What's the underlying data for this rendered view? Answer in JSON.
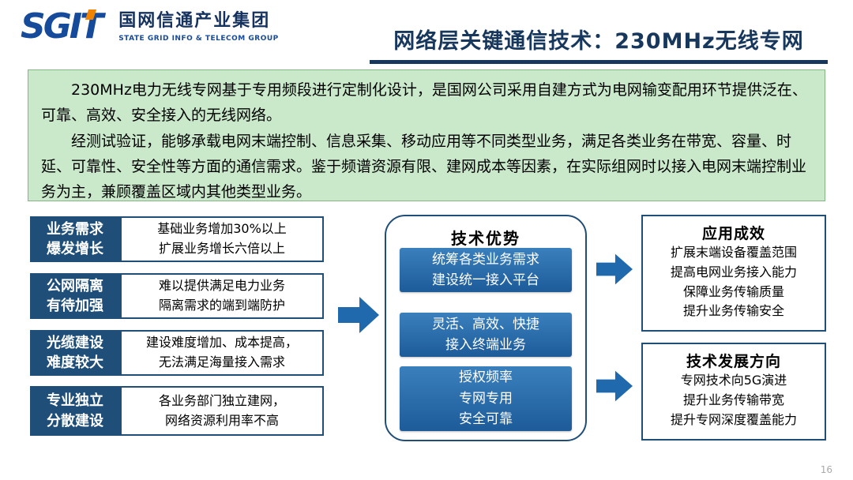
{
  "page_number": "16",
  "header": {
    "logo_brand": "SGIT",
    "company_cn": "国网信通产业集团",
    "company_en": "STATE GRID INFO & TELECOM GROUP",
    "title": "网络层关键通信技术：230MHz无线专网"
  },
  "colors": {
    "dark_blue": "#1f4e79",
    "title_navy": "#17375d",
    "arrow_blue": "#2069ac",
    "item_gradient_top": "#3a80bd",
    "item_gradient_bottom": "#1d5b99",
    "green_bg": "#c9e9ca",
    "green_border": "#85b785",
    "logo_blue": "#164a9a",
    "logo_orange": "#f08300"
  },
  "intro": {
    "para1": "230MHz电力无线专网基于专用频段进行定制化设计，是国网公司采用自建方式为电网输变配用环节提供泛在、可靠、高效、安全接入的无线网络。",
    "para2": "经测试验证，能够承载电网末端控制、信息采集、移动应用等不同类型业务，满足各类业务在带宽、容量、时延、可靠性、安全性等方面的通信需求。鉴于频谱资源有限、建网成本等因素，在实际组网时以接入电网末端控制业务为主，兼顾覆盖区域内其他类型业务。"
  },
  "challenges": [
    {
      "label": [
        "业务需求",
        "爆发增长"
      ],
      "desc": [
        "基础业务增加30%以上",
        "扩展业务增长六倍以上"
      ]
    },
    {
      "label": [
        "公网隔离",
        "有待加强"
      ],
      "desc": [
        "难以提供满足电力业务",
        "隔离需求的端到端防护"
      ]
    },
    {
      "label": [
        "光缆建设",
        "难度较大"
      ],
      "desc": [
        "建设难度增加、成本提高，",
        "无法满足海量接入需求"
      ]
    },
    {
      "label": [
        "专业独立",
        "分散建设"
      ],
      "desc": [
        "各业务部门独立建网，",
        "网络资源利用率不高"
      ]
    }
  ],
  "advantages": {
    "title": "技术优势",
    "boxes": [
      [
        "统筹各类业务需求",
        "建设统一接入平台"
      ],
      [
        "灵活、高效、快捷",
        "接入终端业务"
      ],
      [
        "授权频率",
        "专网专用",
        "安全可靠"
      ]
    ]
  },
  "outcomes": [
    {
      "title": "应用成效",
      "lines": [
        "扩展末端设备覆盖范围",
        "提高电网业务接入能力",
        "保障业务传输质量",
        "提升业务传输安全"
      ]
    },
    {
      "title": "技术发展方向",
      "lines": [
        "专网技术向5G演进",
        "提升业务传输带宽",
        "提升专网深度覆盖能力"
      ]
    }
  ]
}
